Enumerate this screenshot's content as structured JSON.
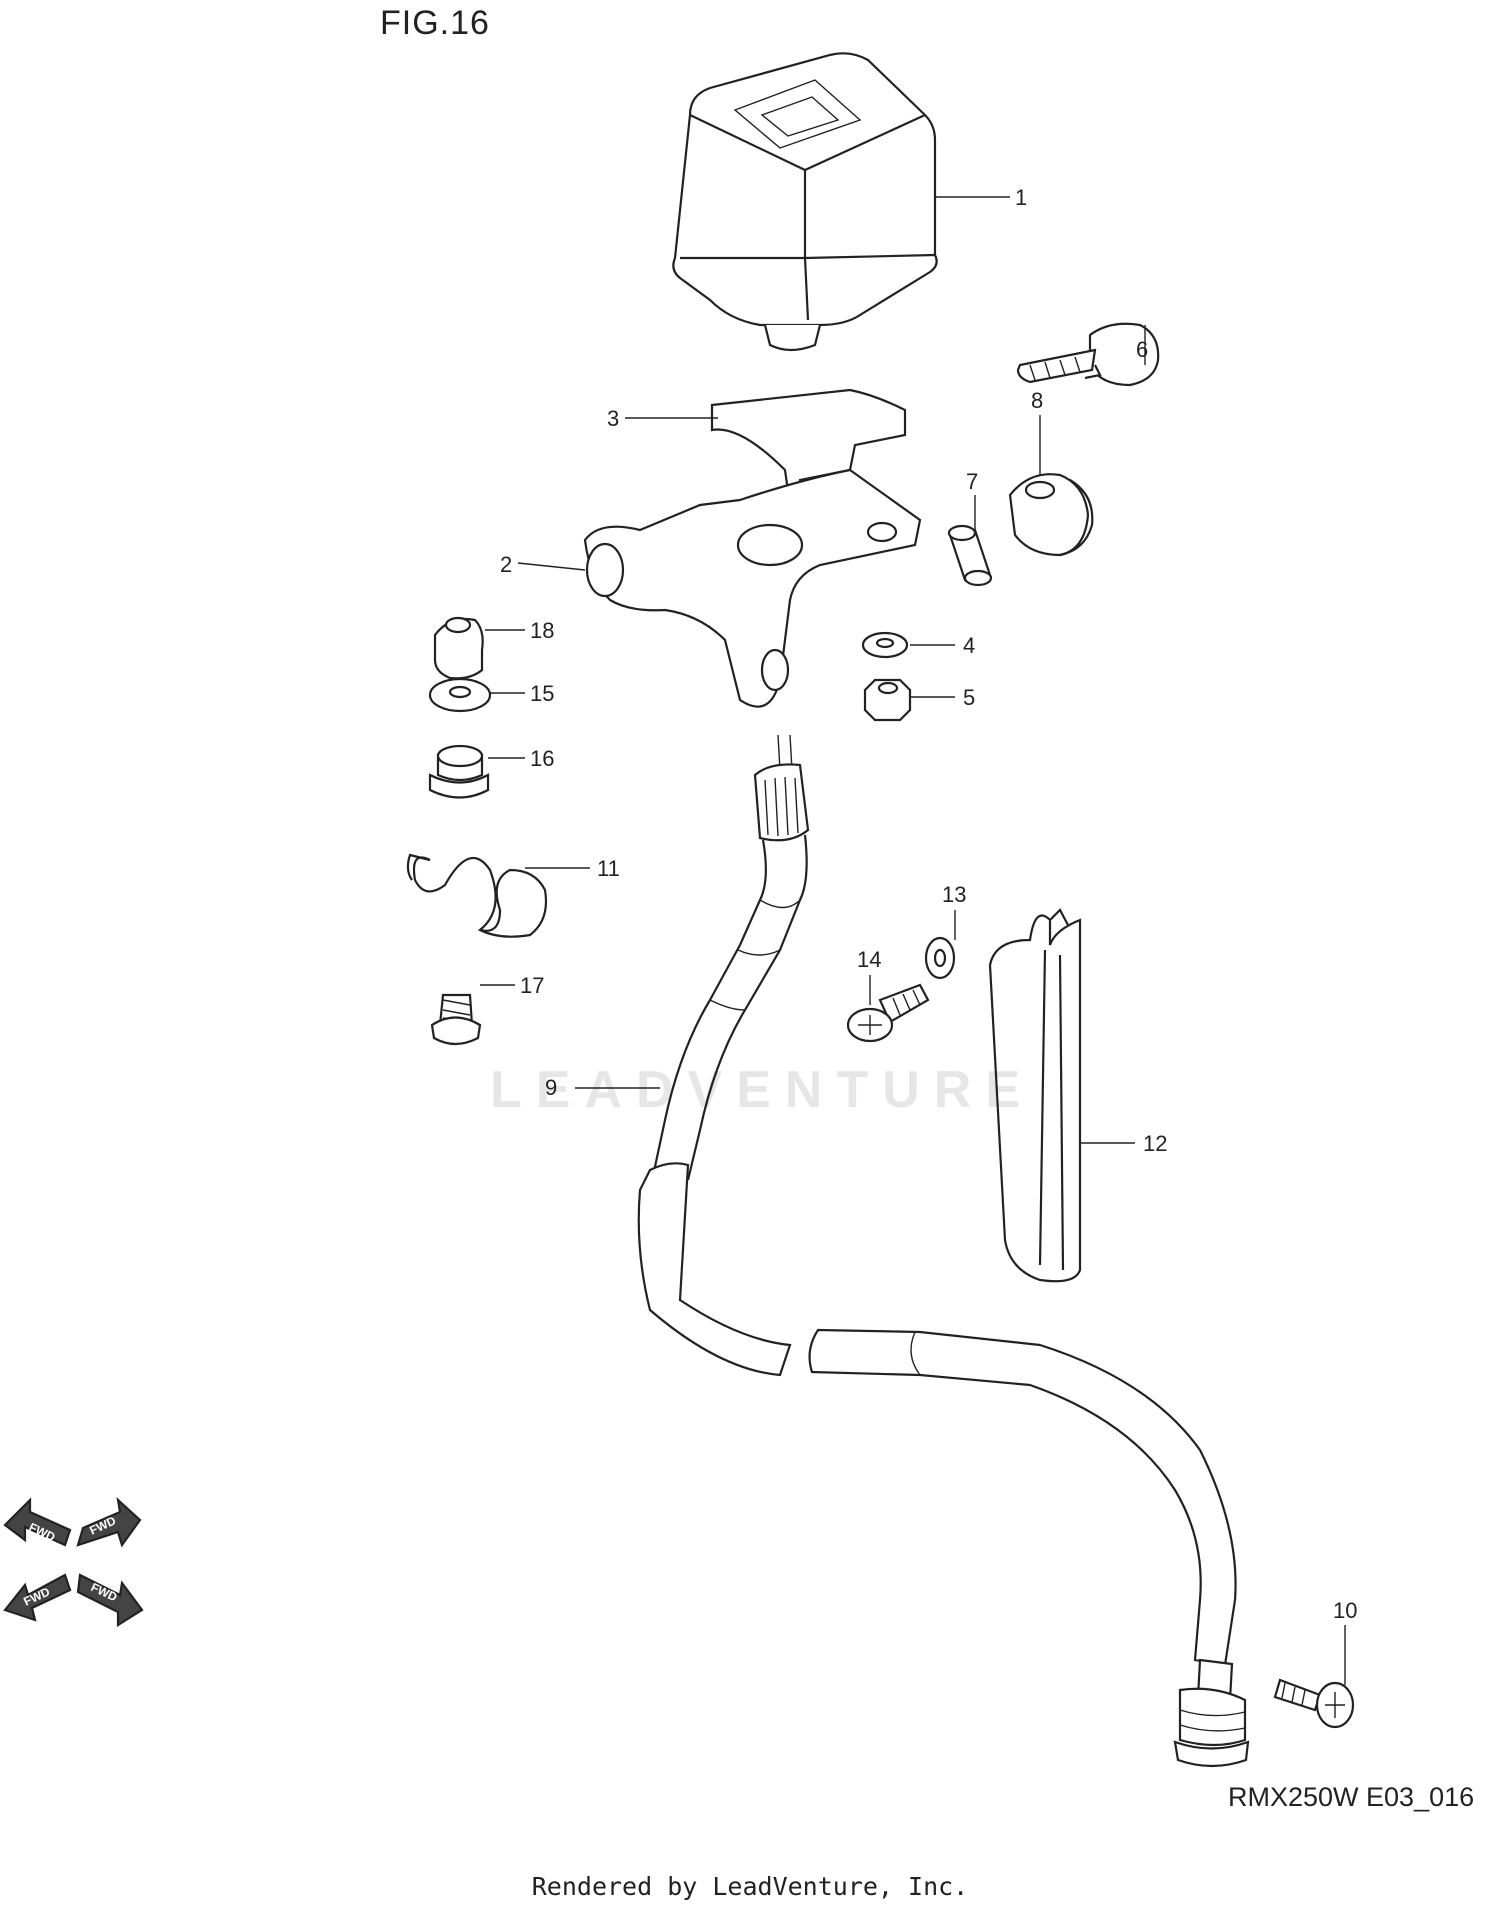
{
  "figure_title": "FIG.16",
  "diagram_code": "RMX250W E03_016",
  "footer_text": "Rendered by LeadVenture, Inc.",
  "watermark_text": "LEADVENTURE",
  "direction_arrows": [
    "FWD",
    "FWD",
    "FWD",
    "FWD"
  ],
  "callouts": [
    "1",
    "2",
    "3",
    "4",
    "5",
    "6",
    "7",
    "8",
    "9",
    "10",
    "11",
    "12",
    "13",
    "14",
    "15",
    "16",
    "17",
    "18"
  ]
}
